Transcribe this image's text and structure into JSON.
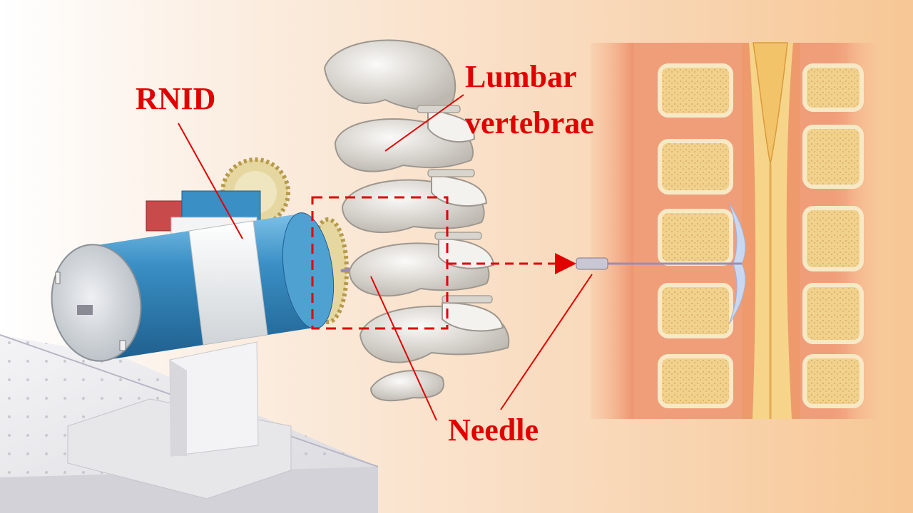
{
  "labels": {
    "device": "RNID",
    "vertebrae_line1": "Lumbar",
    "vertebrae_line2": "vertebrae",
    "needle": "Needle"
  },
  "colors": {
    "label_red": "#e00000",
    "cylinder_blue": "#3a8fc4",
    "bone": "#e8e6e2",
    "tissue": "#f0a07a",
    "disc": "#f2d58c"
  },
  "icons": {
    "device": "robotic-needle-insertion-device",
    "spine": "lumbar-spine-model",
    "section": "spinal-cross-section"
  }
}
